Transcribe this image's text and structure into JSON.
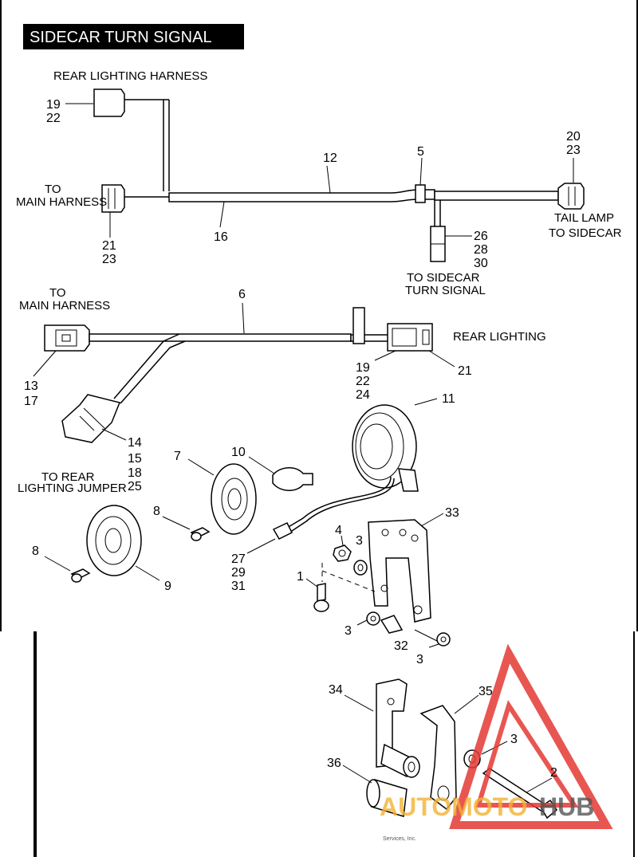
{
  "title": "SIDECAR TURN SIGNAL",
  "labels": {
    "rear_lighting_harness": "REAR LIGHTING HARNESS",
    "to_main_harness_1_a": "TO",
    "to_main_harness_1_b": "MAIN HARNESS",
    "tail_lamp_a": "TAIL LAMP",
    "tail_lamp_b": "TO SIDECAR",
    "to_sidecar_turn_a": "TO SIDECAR",
    "to_sidecar_turn_b": "TURN SIGNAL",
    "to_main_harness_2_a": "TO",
    "to_main_harness_2_b": "MAIN HARNESS",
    "rear_lighting": "REAR LIGHTING",
    "to_rear_jumper_a": "TO REAR",
    "to_rear_jumper_b": "LIGHTING JUMPER"
  },
  "callouts": {
    "c19a": "19",
    "c22a": "22",
    "c20": "20",
    "c23a": "23",
    "c12": "12",
    "c5": "5",
    "c16": "16",
    "c21a": "21",
    "c23b": "23",
    "c26": "26",
    "c28": "28",
    "c30": "30",
    "c6": "6",
    "c13": "13",
    "c17": "17",
    "c19b": "19",
    "c22b": "22",
    "c24": "24",
    "c21b": "21",
    "c11": "11",
    "c14": "14",
    "c15": "15",
    "c18": "18",
    "c25": "25",
    "c7": "7",
    "c10": "10",
    "c8a": "8",
    "c8b": "8",
    "c9": "9",
    "c33": "33",
    "c4": "4",
    "c3a": "3",
    "c27": "27",
    "c29": "29",
    "c31": "31",
    "c1": "1",
    "c3b": "3",
    "c32": "32",
    "c3c": "3",
    "c34": "34",
    "c35": "35",
    "c3d": "3",
    "c36": "36",
    "c2": "2"
  },
  "footer_credit": "Services, Inc.",
  "watermark": {
    "part1": "AUTOMOTO",
    "part2": "HUB"
  },
  "colors": {
    "title_bg": "#000000",
    "watermark_red": "#e53935",
    "watermark_gold": "#f2b233",
    "watermark_gray": "#555555"
  }
}
